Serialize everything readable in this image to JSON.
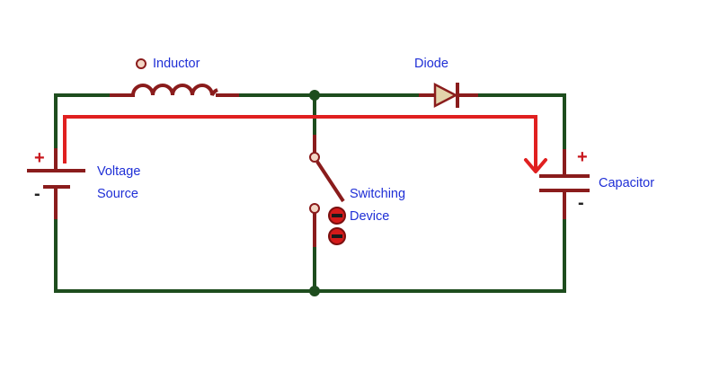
{
  "labels": {
    "inductor": "Inductor",
    "diode": "Diode",
    "voltage_source_line1": "Voltage",
    "voltage_source_line2": "Source",
    "switching_device_line1": "Switching",
    "switching_device_line2": "Device",
    "capacitor": "Capacitor"
  },
  "polarity": {
    "source_plus": "+",
    "source_minus": "-",
    "capacitor_plus": "+",
    "capacitor_minus": "-"
  },
  "colors": {
    "wire": "#1e4d1e",
    "component": "#8a1c1c",
    "current_path": "#e02020",
    "label_text": "#1f2fd6"
  }
}
